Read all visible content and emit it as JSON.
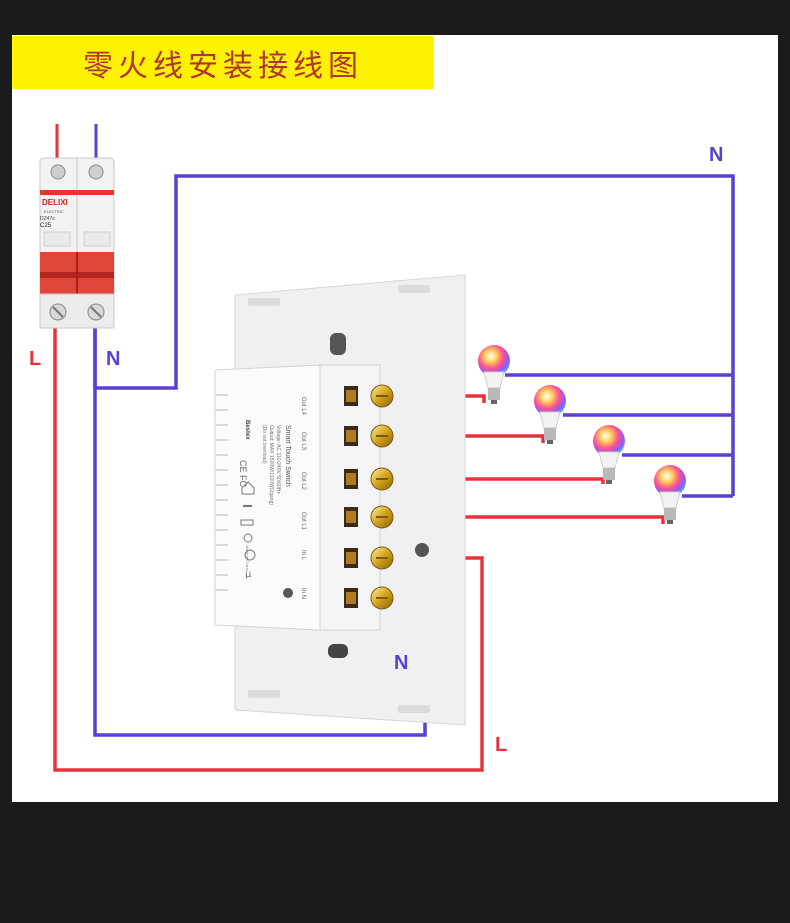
{
  "title": "零火线安装接线图",
  "breaker": {
    "brand": "DELIXI",
    "brand_sub": "ELECTRIC",
    "model": "DZ47s",
    "rating": "C25"
  },
  "switch_module": {
    "brand": "Bestex",
    "product": "Smart Touch Switch",
    "voltage_line": "Voltage: AC 110-240V 50/60Hz",
    "output_line": "Output: MAX 1500W/1100W(2gang)",
    "note_line": "(Do not overload)",
    "made_in": "Made in China",
    "terminals": [
      "Out L4",
      "Out L3",
      "Out L2",
      "Out L1",
      "In L",
      "In N"
    ]
  },
  "labels": {
    "n_top_right": "N",
    "l_left": "L",
    "n_left": "N",
    "n_bottom": "N",
    "l_bottom": "L"
  },
  "colors": {
    "live": "#e5333c",
    "neutral": "#5b3fd2",
    "title_bg": "#fff200",
    "title_text": "#b0352c"
  }
}
